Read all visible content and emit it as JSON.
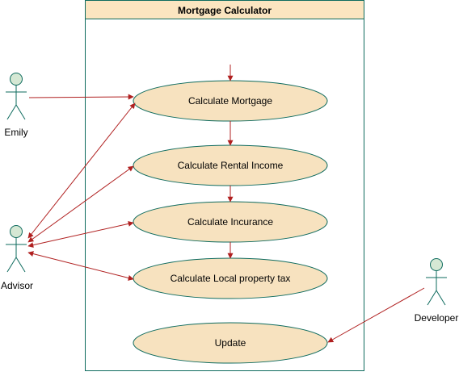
{
  "system": {
    "title": "Mortgage Calculator"
  },
  "actors": {
    "emily": "Emily",
    "advisor": "Advisor",
    "developer": "Developer"
  },
  "use_cases": {
    "calculate_mortgage": "Calculate Mortgage",
    "calculate_rental_income": "Calculate Rental Income",
    "calculate_insurance": "Calculate Incurance",
    "calculate_property_tax": "Calculate Local property tax",
    "update": "Update"
  },
  "colors": {
    "boundary_stroke": "#0e6b5e",
    "title_fill": "#fbe5c0",
    "use_case_fill": "#f7e2bf",
    "use_case_stroke": "#0e6b5e",
    "actor_fill": "#d5e8d4",
    "actor_stroke": "#0e6b5e",
    "arrow": "#b02020"
  }
}
